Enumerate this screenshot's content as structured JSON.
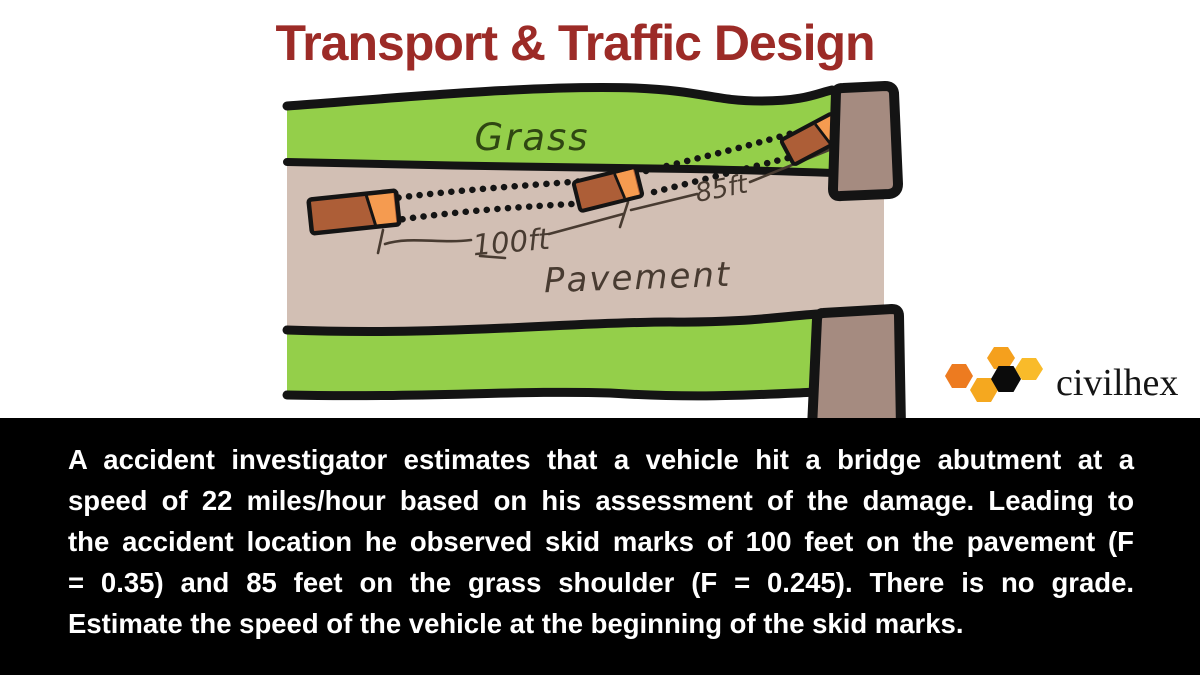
{
  "title": {
    "text": "Transport & Traffic Design",
    "color": "#9C2B27"
  },
  "diagram": {
    "labels": {
      "grass": "Grass",
      "pavement": "Pavement",
      "pavement_skid_length": "100ft",
      "grass_skid_length": "85ft"
    },
    "colors": {
      "grass": "#94CF4A",
      "pavement": "#D2BFB4",
      "abutment": "#A58B80",
      "car_body": "#AD5E37",
      "car_front": "#F59B50",
      "outline": "#141414",
      "annotation": "#483B31",
      "grass_label": "#2F4612"
    }
  },
  "logo": {
    "text": "civilhex",
    "hex_colors": {
      "left": "#ED7B20",
      "top": "#F5A01D",
      "right": "#F9BB2A",
      "center": "#0B0B0B",
      "bottom": "#F5A81F"
    }
  },
  "problem": {
    "lines": [
      "A accident investigator estimates that a vehicle hit a bridge abutment at a",
      "speed of 22 miles/hour based on his assessment of the damage. Leading to",
      "the accident location he observed skid marks of 100 feet on the pavement (F",
      "= 0.35) and 85 feet on the grass shoulder (F = 0.245). There is no grade.",
      "Estimate the speed of the vehicle at the beginning of the skid marks."
    ]
  }
}
